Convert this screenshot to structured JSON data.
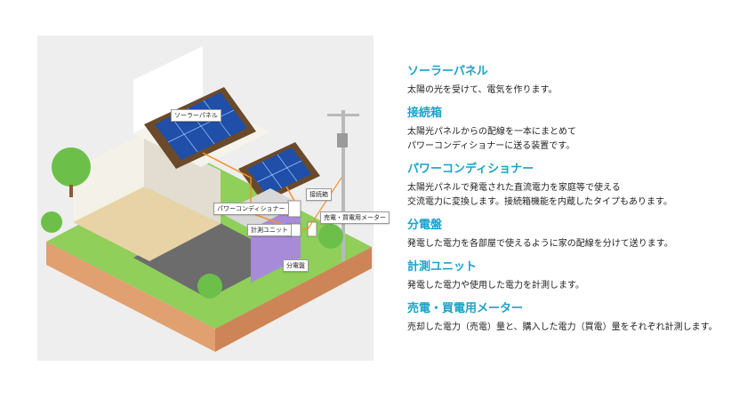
{
  "colors": {
    "accent": "#1aa3c9",
    "text": "#222222",
    "illustration_bg": "#eeeeee"
  },
  "illustration": {
    "labels": {
      "solar_panel": "ソーラーパネル",
      "junction_box": "接続箱",
      "power_conditioner": "パワーコンディショナー",
      "meter": "売電・買電用メーター",
      "measurement_unit": "計測ユニット",
      "distribution_board": "分電盤"
    }
  },
  "components": [
    {
      "title": "ソーラーパネル",
      "lines": [
        "太陽の光を受けて、電気を作ります。"
      ]
    },
    {
      "title": "接続箱",
      "lines": [
        "太陽光パネルからの配線を一本にまとめて",
        "パワーコンディショナーに送る装置です。"
      ]
    },
    {
      "title": "パワーコンディショナー",
      "lines": [
        "太陽光パネルで発電された直流電力を家庭等で使える",
        "交流電力に変換します。接続箱機能を内蔵したタイプもあります。"
      ]
    },
    {
      "title": "分電盤",
      "lines": [
        "発電した電力を各部屋で使えるように家の配線を分けて送ります。"
      ]
    },
    {
      "title": "計測ユニット",
      "lines": [
        "発電した電力や使用した電力を計測します。"
      ]
    },
    {
      "title": "売電・買電用メーター",
      "lines": [
        "売却した電力（売電）量と、購入した電力（買電）量をそれぞれ計測します。"
      ]
    }
  ]
}
